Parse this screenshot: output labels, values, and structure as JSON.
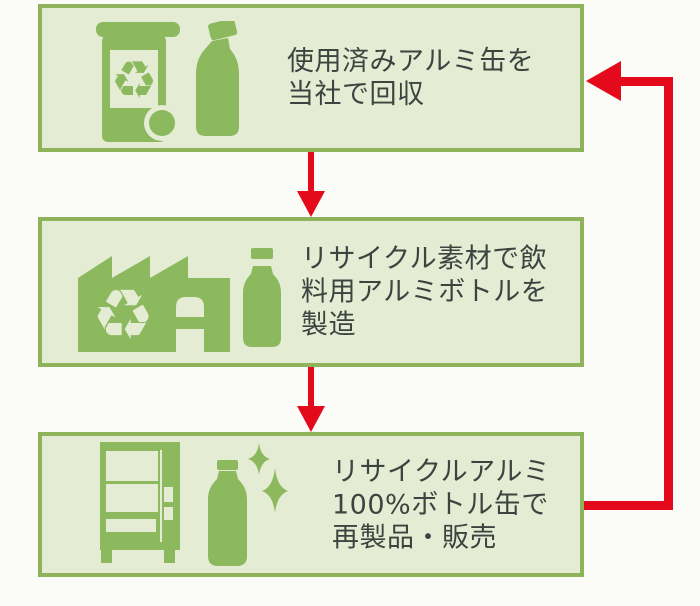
{
  "palette": {
    "page_bg": "#fbfbf7",
    "box_bg": "#e4ecd4",
    "box_border": "#8eb35b",
    "icon_green": "#8cb95e",
    "arrow_red": "#e40a1c",
    "text_color": "#3d4440"
  },
  "flow": {
    "title": "aluminum-can-recycling-cycle",
    "steps": [
      {
        "name": "collect",
        "lines": [
          "使用済みアルミ缶を",
          "当社で回収"
        ],
        "icons": [
          "recycling-bin-icon",
          "aluminum-bottle-icon"
        ]
      },
      {
        "name": "manufacture",
        "lines": [
          "リサイクル素材で飲",
          "料用アルミボトルを",
          "製造"
        ],
        "icons": [
          "factory-recycle-icon",
          "aluminum-bottle-icon"
        ]
      },
      {
        "name": "resell",
        "lines": [
          "リサイクルアルミ",
          "100%ボトル缶で",
          "再製品・販売"
        ],
        "icons": [
          "vending-machine-icon",
          "sparkling-bottle-icon"
        ]
      }
    ],
    "connectors": [
      {
        "from": "collect",
        "to": "manufacture",
        "type": "down-arrow"
      },
      {
        "from": "manufacture",
        "to": "resell",
        "type": "down-arrow"
      },
      {
        "from": "resell",
        "to": "collect",
        "type": "loop-back-arrow"
      }
    ],
    "recycle_glyph": "♻"
  }
}
